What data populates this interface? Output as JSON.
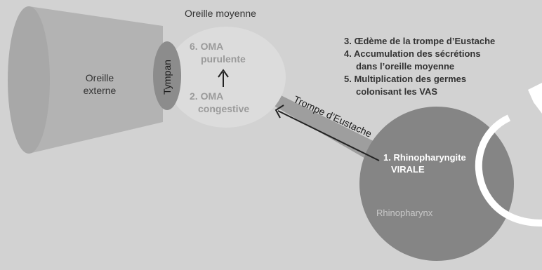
{
  "colors": {
    "background": "#d2d2d2",
    "outer_ear": "#b3b3b3",
    "middle_ear": "#dcdcdc",
    "tympan": "#8c8c8c",
    "tube": "#9e9e9e",
    "rhinopharynx": "#858585",
    "muted_label": "#9a9a9a",
    "dark_text": "#333333",
    "white": "#ffffff"
  },
  "labels": {
    "middle_ear_title": "Oreille moyenne",
    "outer_ear_line1": "Oreille",
    "outer_ear_line2": "externe",
    "tympan": "Tympan",
    "oma_purulente_line1": "6. OMA",
    "oma_purulente_line2": "purulente",
    "oma_congestive_line1": "2. OMA",
    "oma_congestive_line2": "congestive",
    "trompe": "Trompe d’Eustache",
    "rhino_viral_line1": "1. Rhinopharyngite",
    "rhino_viral_line2": "VIRALE",
    "rhinopharynx": "Rhinopharynx"
  },
  "steps": [
    "3. Œdème de la trompe d’Eustache",
    "4. Accumulation des sécrétions",
    "dans l’oreille moyenne",
    "5. Multiplication des germes",
    "colonisant les VAS"
  ]
}
